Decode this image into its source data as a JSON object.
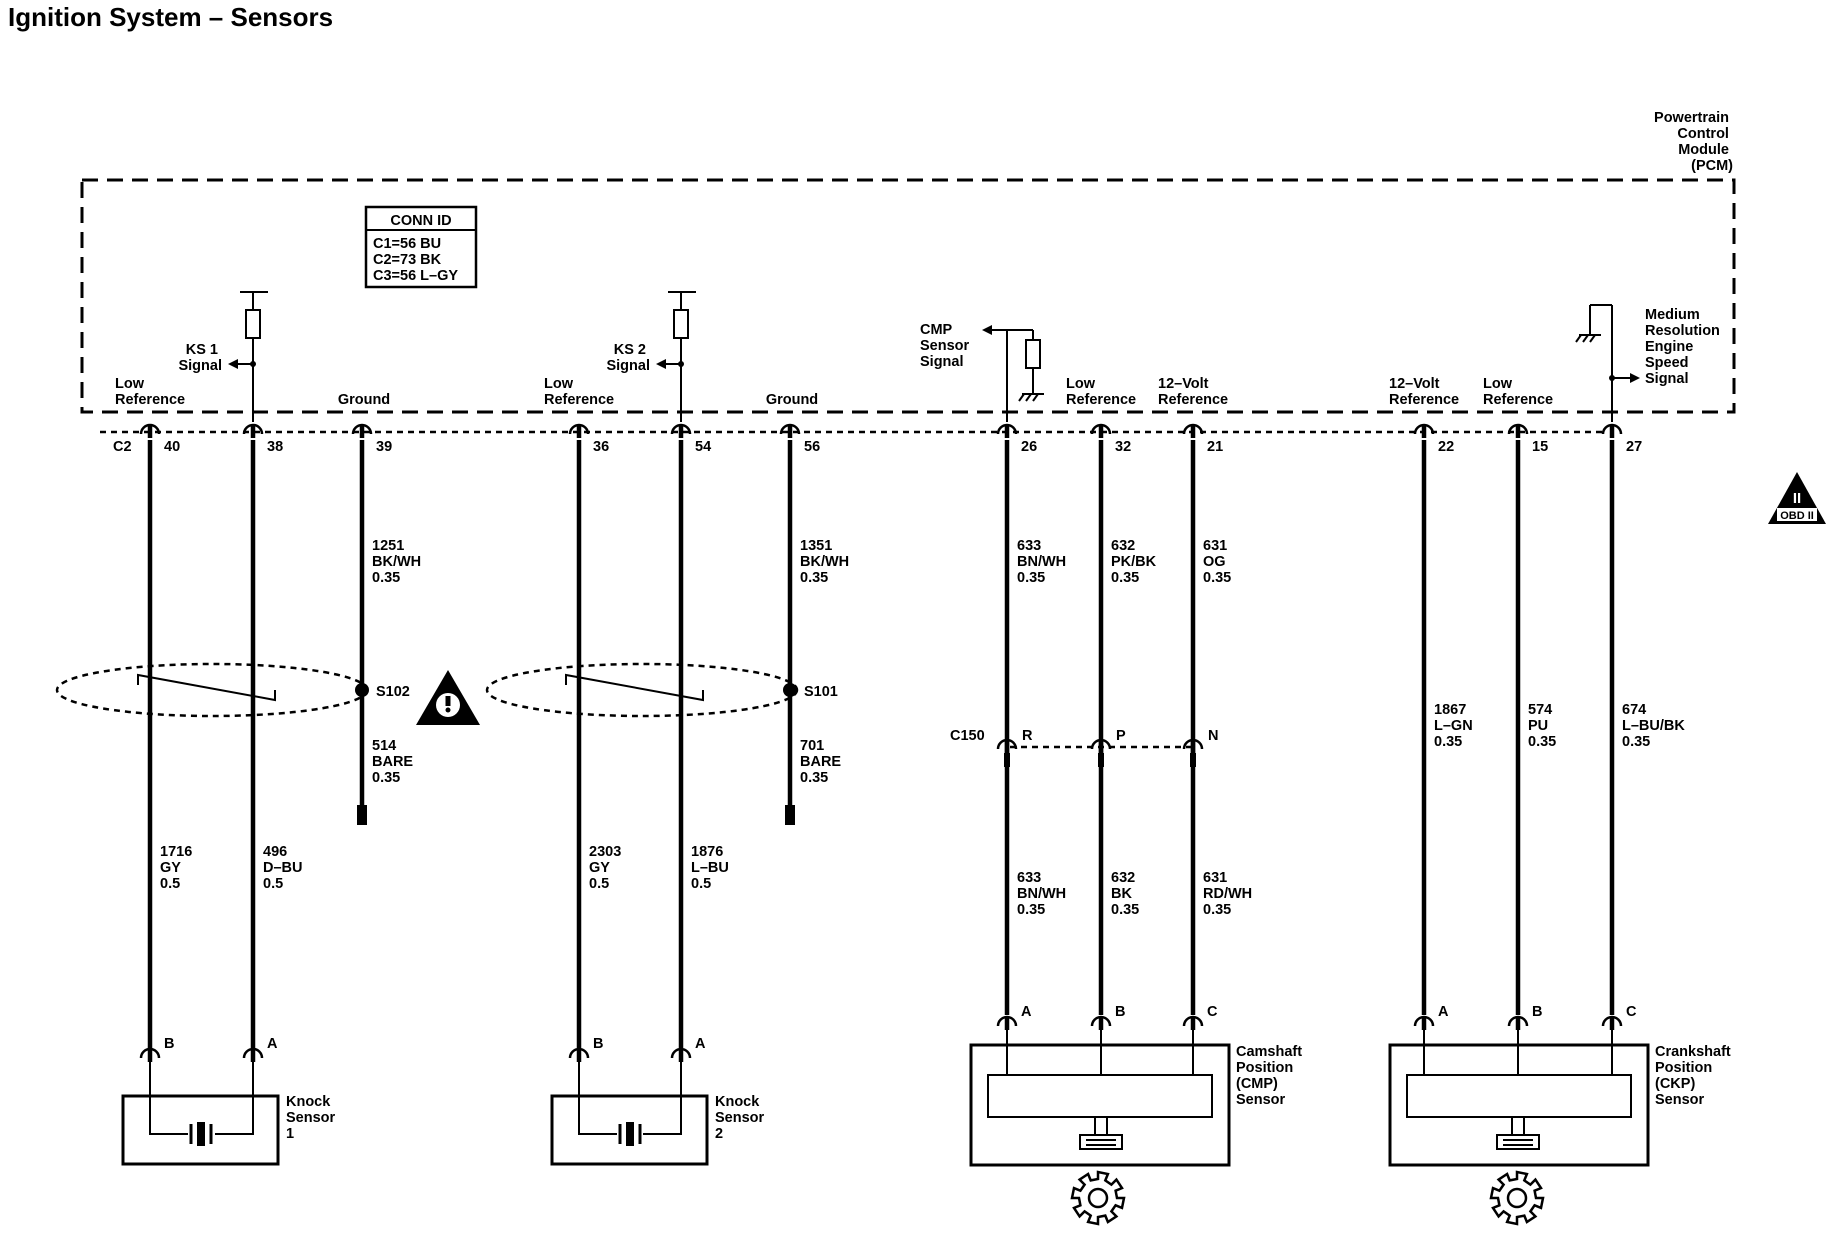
{
  "page_title": "Ignition System – Sensors",
  "pcm": {
    "label_lines": [
      "Powertrain",
      "Control",
      "Module",
      "(PCM)"
    ]
  },
  "conn_id": {
    "header": "CONN ID",
    "rows": [
      "C1=56 BU",
      "C2=73 BK",
      "C3=56 L–GY"
    ]
  },
  "connector_label": "C2",
  "pins": [
    {
      "id": "p40",
      "num": "40",
      "label_lines": [
        "Low",
        "Reference"
      ]
    },
    {
      "id": "p38",
      "num": "38",
      "label_lines": []
    },
    {
      "id": "p39",
      "num": "39",
      "label_lines": [
        "Ground"
      ]
    },
    {
      "id": "p36",
      "num": "36",
      "label_lines": [
        "Low",
        "Reference"
      ]
    },
    {
      "id": "p54",
      "num": "54",
      "label_lines": []
    },
    {
      "id": "p56",
      "num": "56",
      "label_lines": [
        "Ground"
      ]
    },
    {
      "id": "p26",
      "num": "26",
      "label_lines": []
    },
    {
      "id": "p32",
      "num": "32",
      "label_lines": [
        "Low",
        "Reference"
      ]
    },
    {
      "id": "p21",
      "num": "21",
      "label_lines": [
        "12–Volt",
        "Reference"
      ]
    },
    {
      "id": "p22",
      "num": "22",
      "label_lines": [
        "12–Volt",
        "Reference"
      ]
    },
    {
      "id": "p15",
      "num": "15",
      "label_lines": [
        "Low",
        "Reference"
      ]
    },
    {
      "id": "p27",
      "num": "27",
      "label_lines": []
    }
  ],
  "internal_signals": {
    "ks1": [
      "KS 1",
      "Signal"
    ],
    "ks2": [
      "KS 2",
      "Signal"
    ],
    "cmp": [
      "CMP",
      "Sensor",
      "Signal"
    ],
    "ckp": [
      "Medium",
      "Resolution",
      "Engine",
      "Speed",
      "Signal"
    ]
  },
  "wires": [
    {
      "id": "w1716",
      "lines": [
        "1716",
        "GY",
        "0.5"
      ]
    },
    {
      "id": "w496",
      "lines": [
        "496",
        "D–BU",
        "0.5"
      ]
    },
    {
      "id": "w1251",
      "lines": [
        "1251",
        "BK/WH",
        "0.35"
      ]
    },
    {
      "id": "w514",
      "lines": [
        "514",
        "BARE",
        "0.35"
      ]
    },
    {
      "id": "w2303",
      "lines": [
        "2303",
        "GY",
        "0.5"
      ]
    },
    {
      "id": "w1876",
      "lines": [
        "1876",
        "L–BU",
        "0.5"
      ]
    },
    {
      "id": "w1351",
      "lines": [
        "1351",
        "BK/WH",
        "0.35"
      ]
    },
    {
      "id": "w701",
      "lines": [
        "701",
        "BARE",
        "0.35"
      ]
    },
    {
      "id": "w633a",
      "lines": [
        "633",
        "BN/WH",
        "0.35"
      ]
    },
    {
      "id": "w632a",
      "lines": [
        "632",
        "PK/BK",
        "0.35"
      ]
    },
    {
      "id": "w631a",
      "lines": [
        "631",
        "OG",
        "0.35"
      ]
    },
    {
      "id": "w633b",
      "lines": [
        "633",
        "BN/WH",
        "0.35"
      ]
    },
    {
      "id": "w632b",
      "lines": [
        "632",
        "BK",
        "0.35"
      ]
    },
    {
      "id": "w631b",
      "lines": [
        "631",
        "RD/WH",
        "0.35"
      ]
    },
    {
      "id": "w1867",
      "lines": [
        "1867",
        "L–GN",
        "0.35"
      ]
    },
    {
      "id": "w574",
      "lines": [
        "574",
        "PU",
        "0.35"
      ]
    },
    {
      "id": "w674",
      "lines": [
        "674",
        "L–BU/BK",
        "0.35"
      ]
    }
  ],
  "splices": [
    {
      "id": "s102",
      "label": "S102"
    },
    {
      "id": "s101",
      "label": "S101"
    }
  ],
  "inline_connector": {
    "label": "C150",
    "pins": [
      "R",
      "P",
      "N"
    ]
  },
  "components": [
    {
      "id": "ks1",
      "label_lines": [
        "Knock",
        "Sensor",
        "1"
      ],
      "pins": [
        "B",
        "A"
      ]
    },
    {
      "id": "ks2",
      "label_lines": [
        "Knock",
        "Sensor",
        "2"
      ],
      "pins": [
        "B",
        "A"
      ]
    },
    {
      "id": "cmp",
      "label_lines": [
        "Camshaft",
        "Position",
        "(CMP)",
        "Sensor"
      ],
      "pins": [
        "A",
        "B",
        "C"
      ]
    },
    {
      "id": "ckp",
      "label_lines": [
        "Crankshaft",
        "Position",
        "(CKP)",
        "Sensor"
      ],
      "pins": [
        "A",
        "B",
        "C"
      ]
    }
  ],
  "obd_badge": {
    "top": "II",
    "bottom": "OBD II"
  },
  "icons": [
    "warning-icon",
    "gear-icon",
    "ground-icon",
    "resistor-icon",
    "arrow-icon",
    "piezo-icon",
    "magnet-icon"
  ]
}
